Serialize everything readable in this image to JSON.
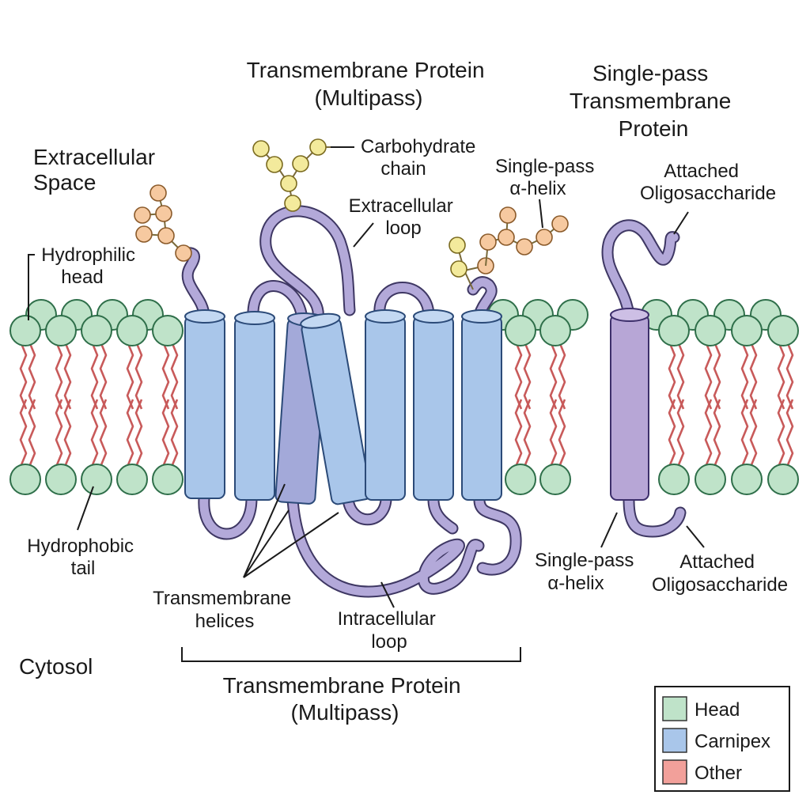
{
  "labels": {
    "title_top": [
      "Transmembrane Protein",
      "(Multipass)"
    ],
    "title_single": [
      "Single-pass",
      "Transmembrane",
      "Protein"
    ],
    "extracellular_space": [
      "Extracellular",
      "Space"
    ],
    "carbohydrate_chain": [
      "Carbohydrate",
      "chain"
    ],
    "extracellular_loop": [
      "Extracellular",
      "loop"
    ],
    "single_pass_helix_top": [
      "Single-pass",
      "α-helix"
    ],
    "attached_oligo_top": [
      "Attached",
      "Oligosaccharide"
    ],
    "hydrophilic_head": [
      "Hydrophilic",
      "head"
    ],
    "hydrophobic_tail": [
      "Hydrophobic",
      "tail"
    ],
    "transmembrane_helices": [
      "Transmembrane",
      "helices"
    ],
    "intracellular_loop": [
      "Intracellular",
      "loop"
    ],
    "single_pass_helix_bottom": [
      "Single-pass",
      "α-helix"
    ],
    "attached_oligo_bottom": [
      "Attached",
      "Oligosaccharide"
    ],
    "cytosol": "Cytosol",
    "title_bottom": [
      "Transmembrane Protein",
      "(Multipass)"
    ]
  },
  "legend": [
    {
      "label": "Head",
      "color": "#bfe3c9"
    },
    {
      "label": "Carnipex",
      "color": "#a9c6ea"
    },
    {
      "label": "Other",
      "color": "#f2a09a"
    }
  ],
  "colors": {
    "lipid_head": "#bfe3c9",
    "lipid_tail": "#c85a5a",
    "helix": "#a9c6ea",
    "single_pass_helix": "#b7a6d6",
    "loop": "#b3a9d9",
    "sugar_yellow": "#f3ea9c",
    "sugar_orange": "#f6c9a0"
  }
}
